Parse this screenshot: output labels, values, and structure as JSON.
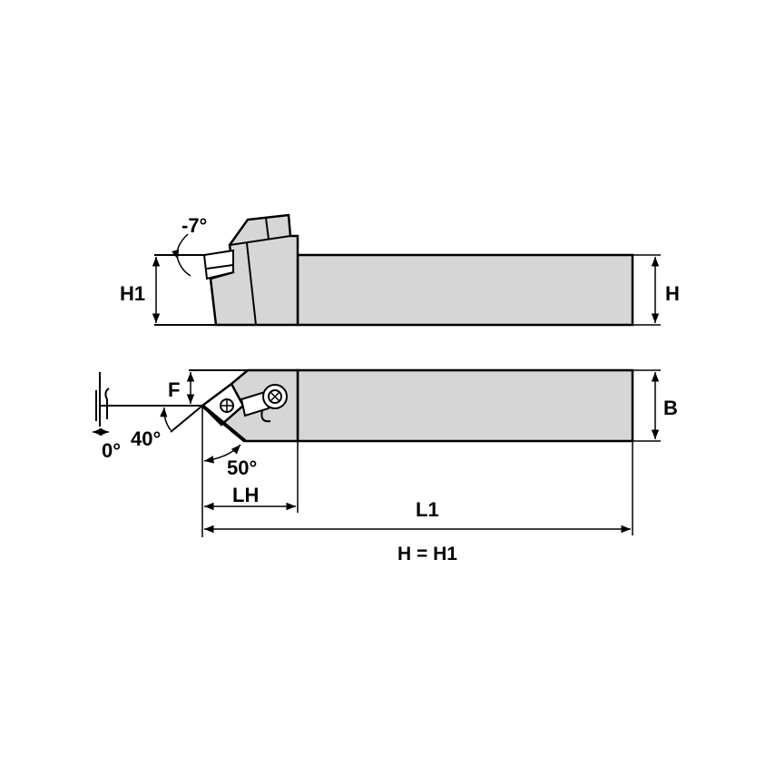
{
  "title": "Tool holder dimension drawing",
  "labels": {
    "angle_top": "-7°",
    "h1": "H1",
    "h": "H",
    "f": "F",
    "b": "B",
    "angle_0": "0°",
    "angle_40": "40°",
    "angle_50": "50°",
    "lh": "LH",
    "l1": "L1",
    "note": "H = H1"
  },
  "colors": {
    "body_fill": "#d6d6d6",
    "line": "#000000"
  }
}
